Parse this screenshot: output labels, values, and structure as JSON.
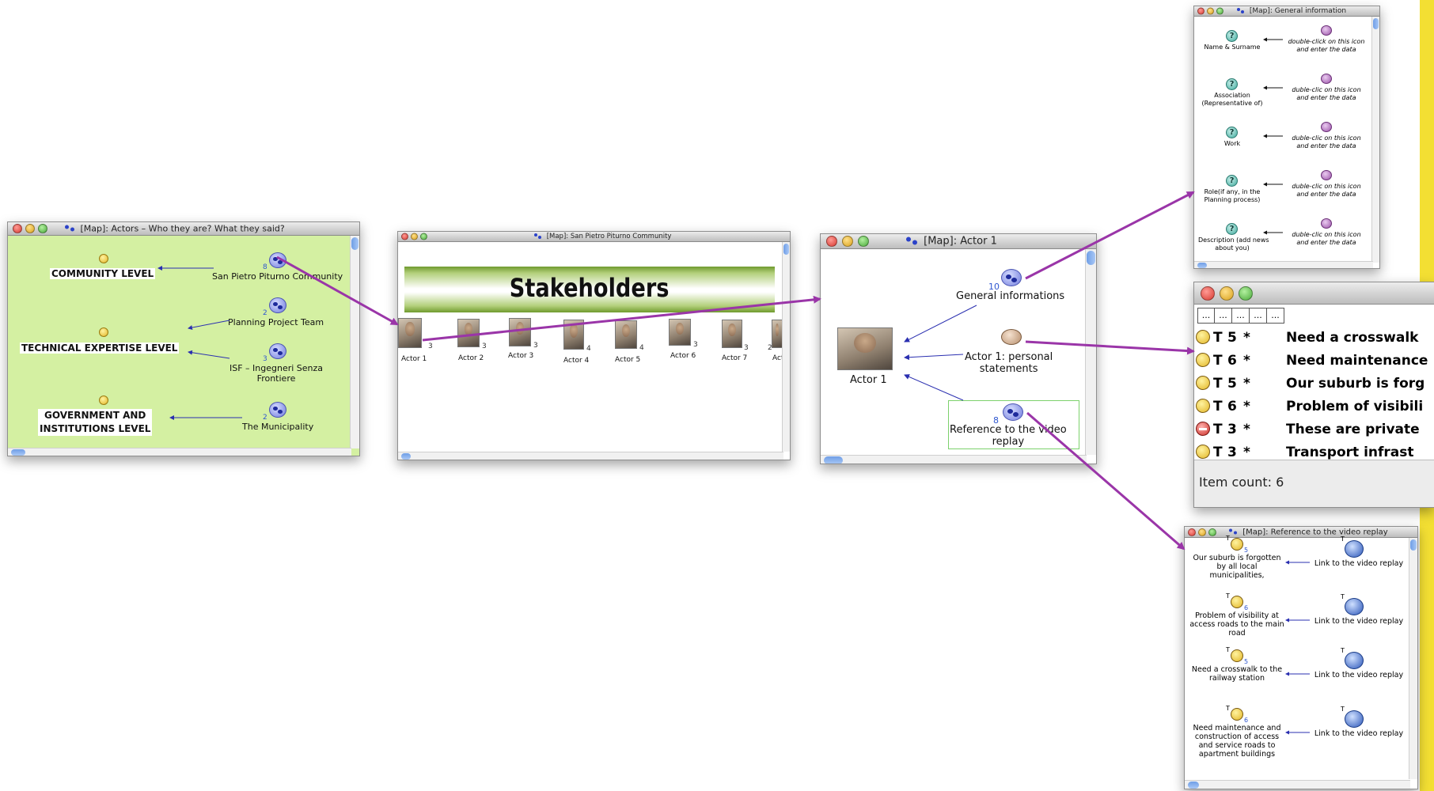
{
  "colors": {
    "connector": "#9a35a8",
    "inner_arrow": "#2a2fb0",
    "actors_bg": "#d4f0a2",
    "yellow_strip": "#f3df33"
  },
  "icons": [
    "close-dot",
    "minimize-dot",
    "zoom-dot",
    "map-icon",
    "idea-icon",
    "question-icon",
    "edit-icon",
    "list-icon",
    "web-link-icon",
    "con-icon"
  ],
  "windows": {
    "actors": {
      "title": "[Map]: Actors –  Who they are? What they said?",
      "levels": [
        "COMMUNITY LEVEL",
        "TECHNICAL EXPERTISE LEVEL",
        "GOVERNMENT AND\nINSTITUTIONS LEVEL"
      ],
      "maps": [
        {
          "label": "San Pietro Piturno Community",
          "count": "8"
        },
        {
          "label": "Planning Project Team",
          "count": "2"
        },
        {
          "label": "ISF – Ingegneri Senza\nFrontiere",
          "count": "3"
        },
        {
          "label": "The Municipality",
          "count": "2"
        }
      ]
    },
    "community": {
      "title": "[Map]: San Pietro Piturno Community",
      "banner": "Stakeholders",
      "actors": [
        {
          "label": "Actor 1",
          "count": "3"
        },
        {
          "label": "Actor 2",
          "count": "3"
        },
        {
          "label": "Actor 3",
          "count": "3"
        },
        {
          "label": "Actor 4",
          "count": "4"
        },
        {
          "label": "Actor 5",
          "count": "4"
        },
        {
          "label": "Actor 6",
          "count": "3"
        },
        {
          "label": "Actor 7",
          "count": "3"
        },
        {
          "label": "Acto",
          "count": "2"
        }
      ]
    },
    "actor1": {
      "title": "[Map]: Actor 1",
      "photo_label": "Actor 1",
      "general": {
        "label": "General informations",
        "count": "10"
      },
      "statements": {
        "label": "Actor 1: personal\nstatements"
      },
      "reference": {
        "label": "Reference to the video\nreplay",
        "count": "8"
      }
    },
    "general_info": {
      "title": "[Map]: General information",
      "rows": [
        {
          "field": "Name & Surname",
          "hint": "double-click on this icon\nand enter the data"
        },
        {
          "field": "Association\n(Representative of)",
          "hint": "duble-clic on this icon\nand enter the data"
        },
        {
          "field": "Work",
          "hint": "duble-clic on this icon\nand enter the data"
        },
        {
          "field": "Role(if any, in the\nPlanning process)",
          "hint": "duble-clic on this icon\nand enter the data"
        },
        {
          "field": "Description (add news\nabout you)",
          "hint": "duble-clic on this icon\nand enter the data"
        }
      ]
    },
    "list": {
      "header_cells": [
        "...",
        "...",
        "...",
        "...",
        "..."
      ],
      "items": [
        {
          "type": "T",
          "num": "5",
          "text": "Need a crosswalk",
          "icon": "idea-icon"
        },
        {
          "type": "T",
          "num": "6",
          "text": "Need maintenance",
          "icon": "idea-icon"
        },
        {
          "type": "T",
          "num": "5",
          "text": "Our suburb is forg",
          "icon": "idea-icon"
        },
        {
          "type": "T",
          "num": "6",
          "text": "Problem of visibili",
          "icon": "idea-icon"
        },
        {
          "type": "T",
          "num": "3",
          "text": "These are private",
          "icon": "con-icon"
        },
        {
          "type": "T",
          "num": "3",
          "text": "Transport infrast",
          "icon": "idea-icon"
        }
      ],
      "item_count": "Item count: 6"
    },
    "video": {
      "title": "[Map]: Reference to the video replay",
      "rows": [
        {
          "statement": "Our suburb is forgotten\nby all local\nmunicipalities,",
          "num": "5",
          "link": "Link to the video replay"
        },
        {
          "statement": "Problem of visibility at\naccess roads to the main\nroad",
          "num": "6",
          "link": "Link to the video replay"
        },
        {
          "statement": "Need a crosswalk to the\nrailway station",
          "num": "5",
          "link": "Link to the video replay"
        },
        {
          "statement": "Need maintenance and\nconstruction of access\nand service roads to\napartment buildings",
          "num": "6",
          "link": "Link to the video replay"
        }
      ]
    }
  }
}
